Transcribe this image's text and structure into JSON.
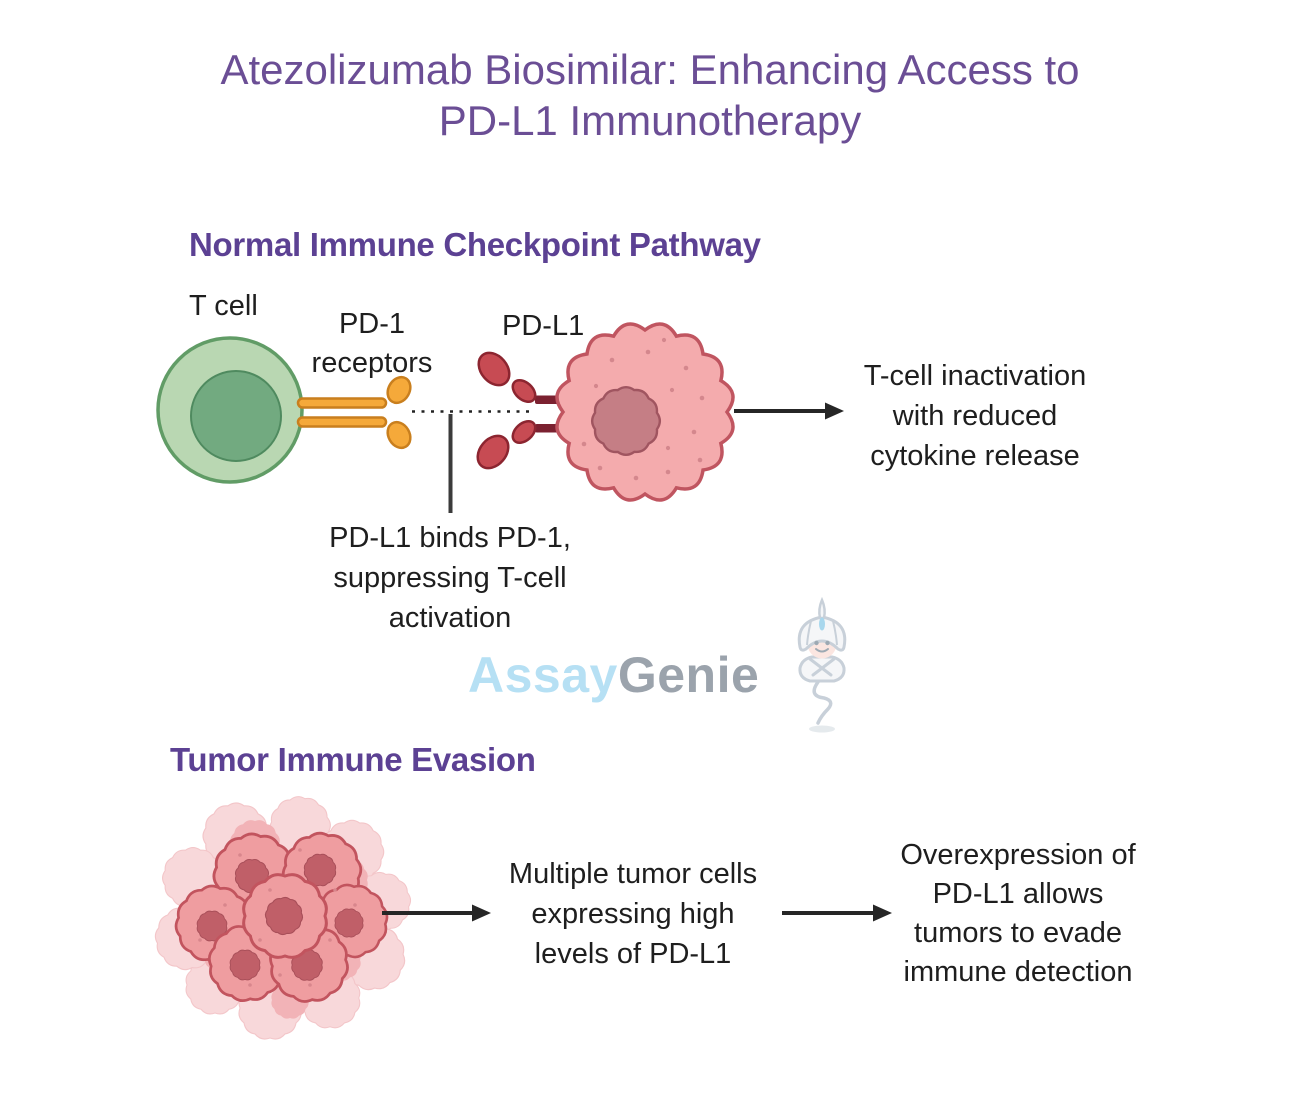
{
  "title_lines": [
    "Atezolizumab Biosimilar: Enhancing Access to",
    "PD-L1 Immunotherapy"
  ],
  "colors": {
    "title_purple": "#6b4e95",
    "heading_purple": "#5c4193",
    "body_text": "#1e1e1e",
    "t_cell_fill": "#b9d7b2",
    "t_cell_stroke": "#619c66",
    "t_cell_nucleus": "#72aa80",
    "pd1_receptor": "#f5a93a",
    "pd1_receptor_stroke": "#c97f1e",
    "pdl1_ligand": "#c74b53",
    "pdl1_ligand_stroke": "#8c2530",
    "pdl1_stem": "#7b2130",
    "tumor_cell_fill": "#f4abad",
    "tumor_cell_stroke": "#c05560",
    "tumor_nucleus": "#c57e85",
    "cluster_cell_fill": "#ef9da0",
    "cluster_cell_stroke": "#c2545e",
    "cluster_nucleus": "#c05f68",
    "cluster_bg_fill": "#f8d8da",
    "arrow_black": "#262626",
    "logo_assay_blue": "#b6e0f4",
    "logo_genie_gray": "#9ba3ac"
  },
  "pathway": {
    "heading": "Normal Immune Checkpoint Pathway",
    "labels": {
      "t_cell": "T cell",
      "pd1_line1": "PD-1",
      "pd1_line2": "receptors",
      "pdl1": "PD-L1"
    },
    "outcome_lines": [
      "T-cell inactivation",
      "with reduced",
      "cytokine release"
    ],
    "binding_note_lines": [
      "PD-L1 binds PD-1,",
      "suppressing T-cell",
      "activation"
    ]
  },
  "watermark": {
    "assay": "Assay",
    "genie": "Genie"
  },
  "evasion": {
    "heading": "Tumor Immune Evasion",
    "tumor_text_lines": [
      "Multiple tumor cells",
      "expressing high",
      "levels of PD-L1"
    ],
    "outcome_lines": [
      "Overexpression of",
      "PD-L1 allows",
      "tumors to evade",
      "immune detection"
    ]
  }
}
